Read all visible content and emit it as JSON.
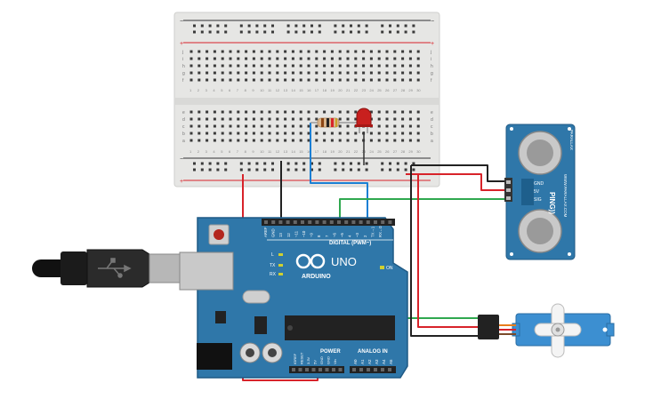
{
  "arduino": {
    "brand": "ARDUINO",
    "model": "UNO",
    "on_label": "ON",
    "tx_label": "TX",
    "rx_label": "RX",
    "l_label": "L",
    "digital_label": "DIGITAL (PWM~)",
    "power_label": "POWER",
    "analog_label": "ANALOG IN",
    "top_pin_labels": [
      "AREF",
      "GND",
      "13",
      "12",
      "~11",
      "~10",
      "~9",
      "8",
      "7",
      "~6",
      "~5",
      "4",
      "~3",
      "2",
      "TX→1",
      "RX←0"
    ],
    "power_pin_labels": [
      "IOREF",
      "RESET",
      "3.3V",
      "5V",
      "GND",
      "GND",
      "Vin"
    ],
    "analog_pin_labels": [
      "A0",
      "A1",
      "A2",
      "A3",
      "A4",
      "A5"
    ]
  },
  "sensor": {
    "name": "PING))",
    "pin_labels": [
      "GND",
      "5V",
      "SIG"
    ],
    "side_text_1": "PARALLAX",
    "side_text_2": "WWW.PARALLAX.COM"
  },
  "breadboard": {
    "row_letters_top": [
      "j",
      "i",
      "h",
      "g",
      "f"
    ],
    "row_letters_bottom": [
      "e",
      "d",
      "c",
      "b",
      "a"
    ],
    "column_count": 30,
    "plus_symbol": "+",
    "minus_symbol": "−"
  },
  "colors": {
    "board_blue": "#2f77a9",
    "breadboard": "#e8e8e6",
    "wire_red": "#d8232a",
    "wire_black": "#222222",
    "wire_blue": "#1a7fd4",
    "wire_green": "#2fa84f",
    "led_red": "#c8201e",
    "servo_blue": "#3c8fd1"
  }
}
